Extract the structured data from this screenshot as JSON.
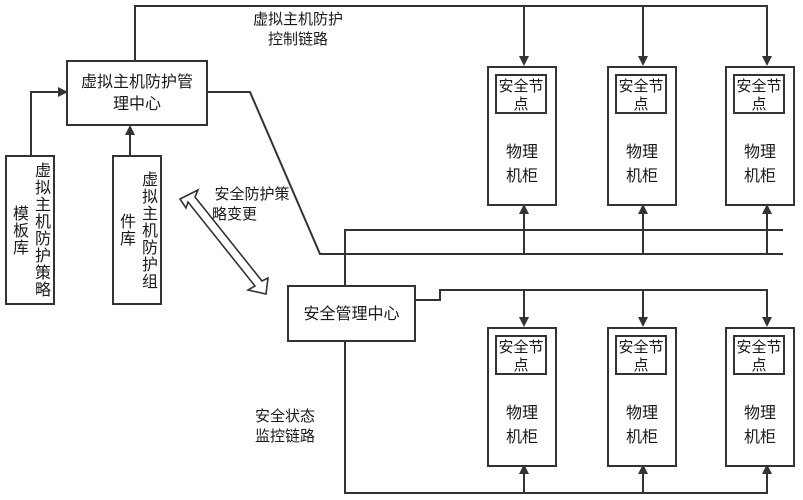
{
  "center": {
    "label": "虚拟主机防护管理中心"
  },
  "template_lib": {
    "label": "虚拟主机防护策略模板库"
  },
  "component_lib": {
    "label": "虚拟主机防护组件库"
  },
  "security_center": {
    "label": "安全管理中心"
  },
  "labels": {
    "control_link": [
      "虚拟主机防护",
      "控制链路"
    ],
    "policy_change": [
      "安全防护策",
      "略变更"
    ],
    "monitor_link": [
      "安全状态",
      "监控链路"
    ]
  },
  "cabinets": [
    {
      "node": "安全节点",
      "name": "物理机柜"
    },
    {
      "node": "安全节点",
      "name": "物理机柜"
    },
    {
      "node": "安全节点",
      "name": "物理机柜"
    },
    {
      "node": "安全节点",
      "name": "物理机柜"
    },
    {
      "node": "安全节点",
      "name": "物理机柜"
    },
    {
      "node": "安全节点",
      "name": "物理机柜"
    }
  ]
}
